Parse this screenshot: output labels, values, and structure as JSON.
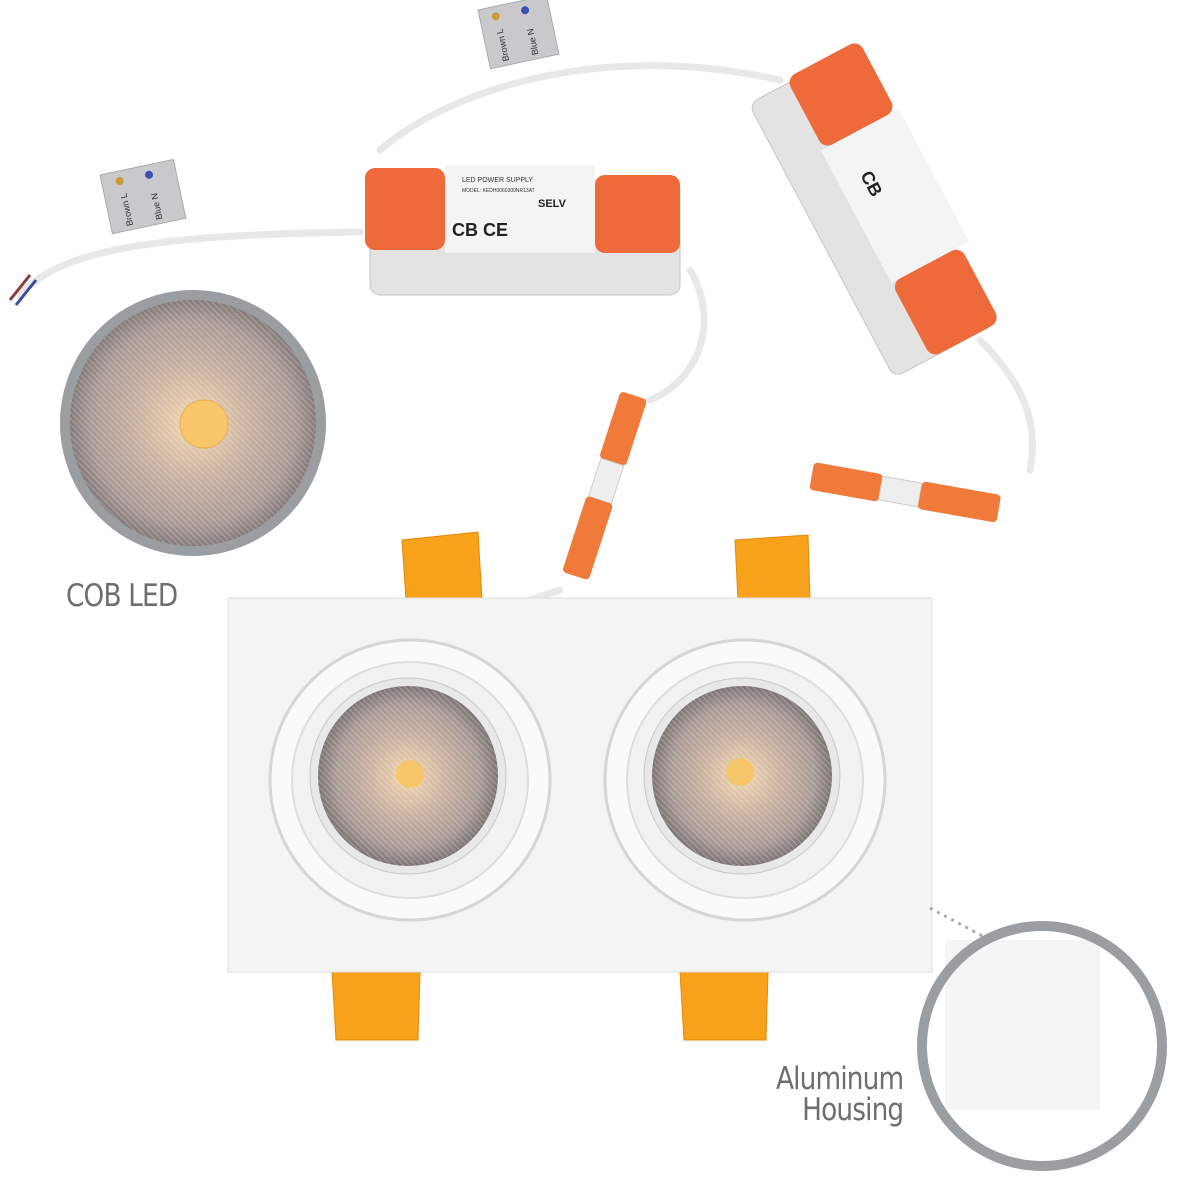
{
  "callouts": {
    "cob_led": "COB LED",
    "housing_line1": "Aluminum",
    "housing_line2": "Housing"
  },
  "driver_label": {
    "title": "LED POWER SUPPLY",
    "model": "MODEL: KEDH0060300NR13AT",
    "selv": "SELV",
    "marks": "CB  CE"
  },
  "wire_tag": {
    "brown": "Brown L",
    "blue": "Blue N"
  },
  "colors": {
    "frame": "#f4f4f4",
    "clip": "#f7a21a",
    "driver_cap": "#ef6a3a",
    "driver_body": "#e3e3e3",
    "callout_ring": "#9b9ea1",
    "callout_text": "#6d6e70",
    "cob_chip": "#f7c66a"
  }
}
